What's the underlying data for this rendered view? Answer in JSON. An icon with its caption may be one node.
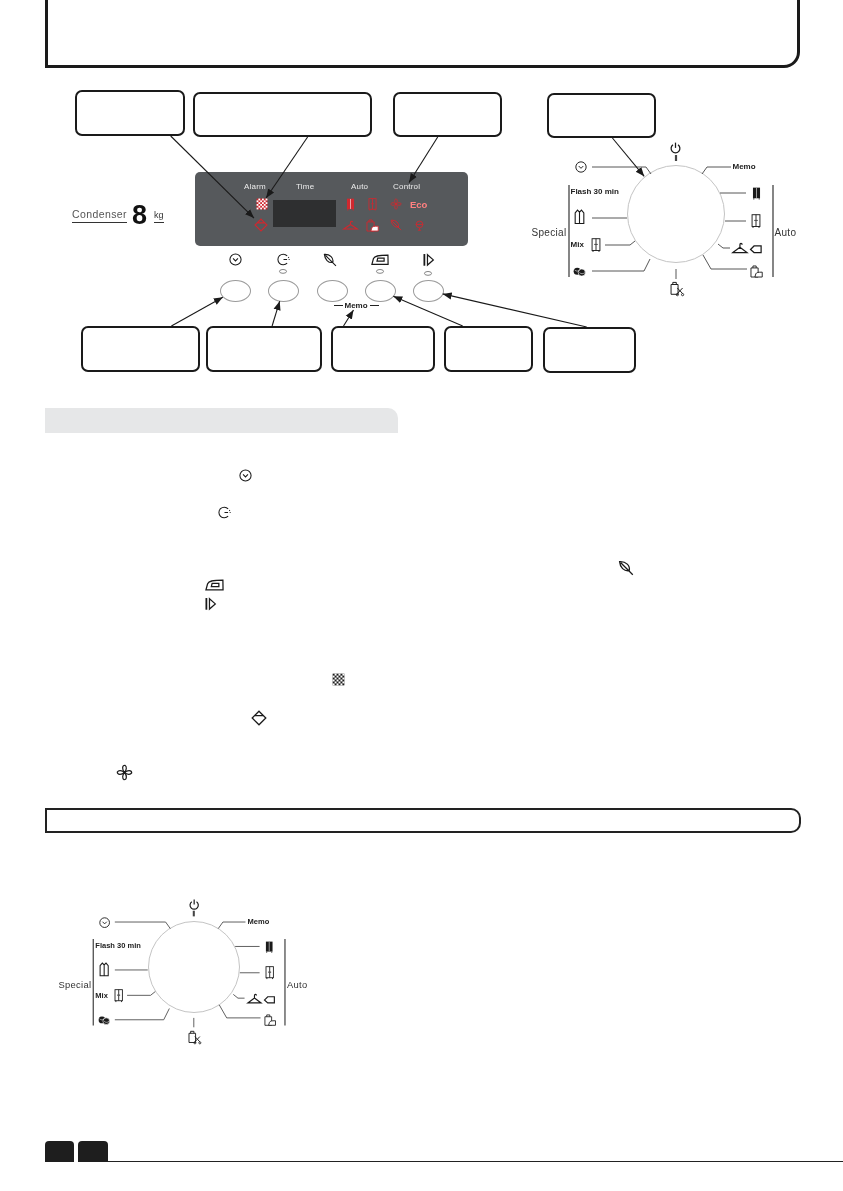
{
  "diagram": {
    "nodes": [
      {
        "text": [],
        "shape": "box"
      },
      {
        "text": [],
        "shape": "box"
      },
      {
        "text": [],
        "shape": "box"
      },
      {
        "text": [],
        "shape": "box"
      },
      {
        "text": [
          "Control"
        ]
      },
      {
        "text": [],
        "shape": "picture"
      },
      {
        "text": [],
        "shape": "picture"
      },
      {
        "text": [],
        "shape": "circle"
      },
      {
        "text": [],
        "shape": "ellipse"
      },
      {
        "text": [],
        "shape": "ellipse"
      },
      {
        "text": [],
        "shape": "ellipse"
      },
      {
        "text": [],
        "shape": "ellipse"
      },
      {
        "text": [],
        "shape": "ellipse"
      },
      {
        "text": [
          "Memo"
        ]
      },
      {
        "text": [],
        "shape": "box"
      },
      {
        "text": [],
        "shape": "box"
      },
      {
        "text": [],
        "shape": "box"
      },
      {
        "text": [],
        "shape": "box"
      },
      {
        "text": [],
        "shape": "box"
      },
      {
        "text": [],
        "shape": "bar"
      },
      {
        "text": [],
        "shape": "bar"
      },
      {
        "text": [],
        "shape": "circle"
      }
    ],
    "edges": [
      {
        "from": 0,
        "to": 6,
        "arrow": "to"
      },
      {
        "from": 1,
        "to": 5,
        "arrow": "to"
      },
      {
        "from": 2,
        "to": 4,
        "arrow": "to"
      },
      {
        "from": 3,
        "to": 7,
        "arrow": "to"
      },
      {
        "from": 14,
        "to": 8,
        "arrow": "to"
      },
      {
        "from": 15,
        "to": 9,
        "arrow": "to"
      },
      {
        "from": 16,
        "to": 13,
        "arrow": "to"
      },
      {
        "from": 17,
        "to": 11,
        "arrow": "to"
      },
      {
        "from": 18,
        "to": 12,
        "arrow": "to"
      }
    ],
    "labels": [
      "Condenser",
      "8",
      "kg",
      "Alarm",
      "Time",
      "Auto",
      "Eco",
      "Memo",
      "Flash 30 min",
      "Special",
      "Mix",
      "Auto",
      "Memo",
      "Flash 30 min",
      "Special",
      "Mix",
      "Auto"
    ]
  }
}
